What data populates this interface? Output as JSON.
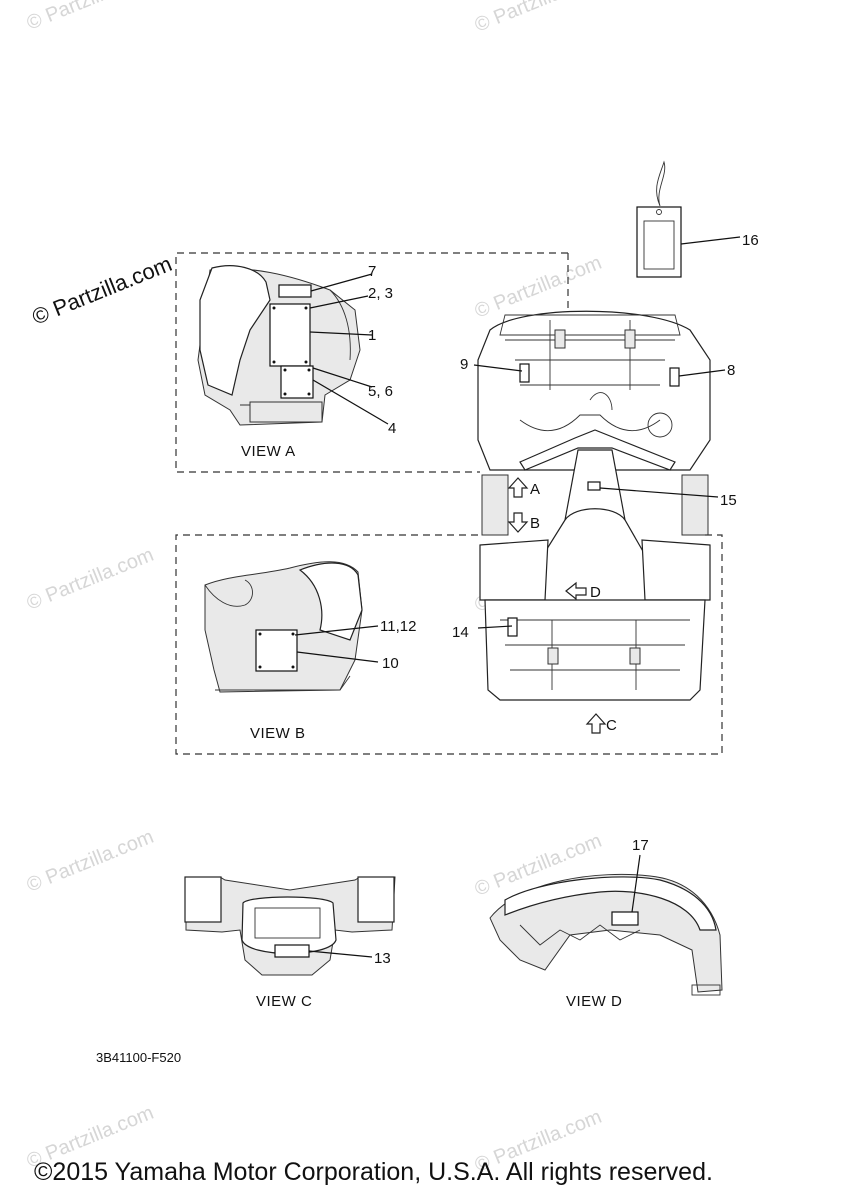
{
  "diagram": {
    "part_code": "3B41100-F520",
    "copyright": "©2015 Yamaha Motor Corporation, U.S.A. All rights reserved.",
    "watermark": "© Partzilla.com",
    "views": {
      "a": "VIEW A",
      "b": "VIEW B",
      "c": "VIEW C",
      "d": "VIEW D"
    },
    "arrows": {
      "a": "A",
      "b": "B",
      "c": "C",
      "d": "D"
    },
    "callouts": {
      "c1": "1",
      "c2_3": "2, 3",
      "c4": "4",
      "c5_6": "5, 6",
      "c7": "7",
      "c8": "8",
      "c9": "9",
      "c10": "10",
      "c11_12": "11,12",
      "c13": "13",
      "c14": "14",
      "c15": "15",
      "c16": "16",
      "c17": "17"
    }
  }
}
